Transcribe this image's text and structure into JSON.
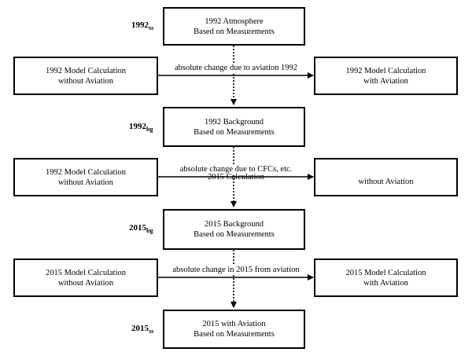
{
  "rows": [
    {
      "label_main": "1992",
      "label_sub": "ss",
      "center": [
        "1992 Atmosphere",
        "Based on Measurements"
      ],
      "left": [
        "1992 Model Calculation",
        "without Aviation"
      ],
      "right": [
        "1992 Model Calculation",
        "with Aviation"
      ],
      "connector": "absolute change due to aviation 1992"
    },
    {
      "label_main": "1992",
      "label_sub": "bg",
      "center": [
        "1992 Background",
        "Based on Measurements"
      ],
      "left": [
        "1992 Model Calculation",
        "without Aviation"
      ],
      "right": [
        "without Aviation"
      ],
      "connector": "absolute change due to CFCs, etc.",
      "connector2": "2015 Calculation"
    },
    {
      "label_main": "2015",
      "label_sub": "bg",
      "center": [
        "2015 Background",
        "Based on Measurements"
      ],
      "left": [
        "2015 Model Calculation",
        "without Aviation"
      ],
      "right": [
        "2015 Model Calculation",
        "with Aviation"
      ],
      "connector": "absolute change in 2015 from aviation"
    },
    {
      "label_main": "2015",
      "label_sub": "ss",
      "center": [
        "2015 with Aviation",
        "Based on Measurements"
      ]
    }
  ]
}
